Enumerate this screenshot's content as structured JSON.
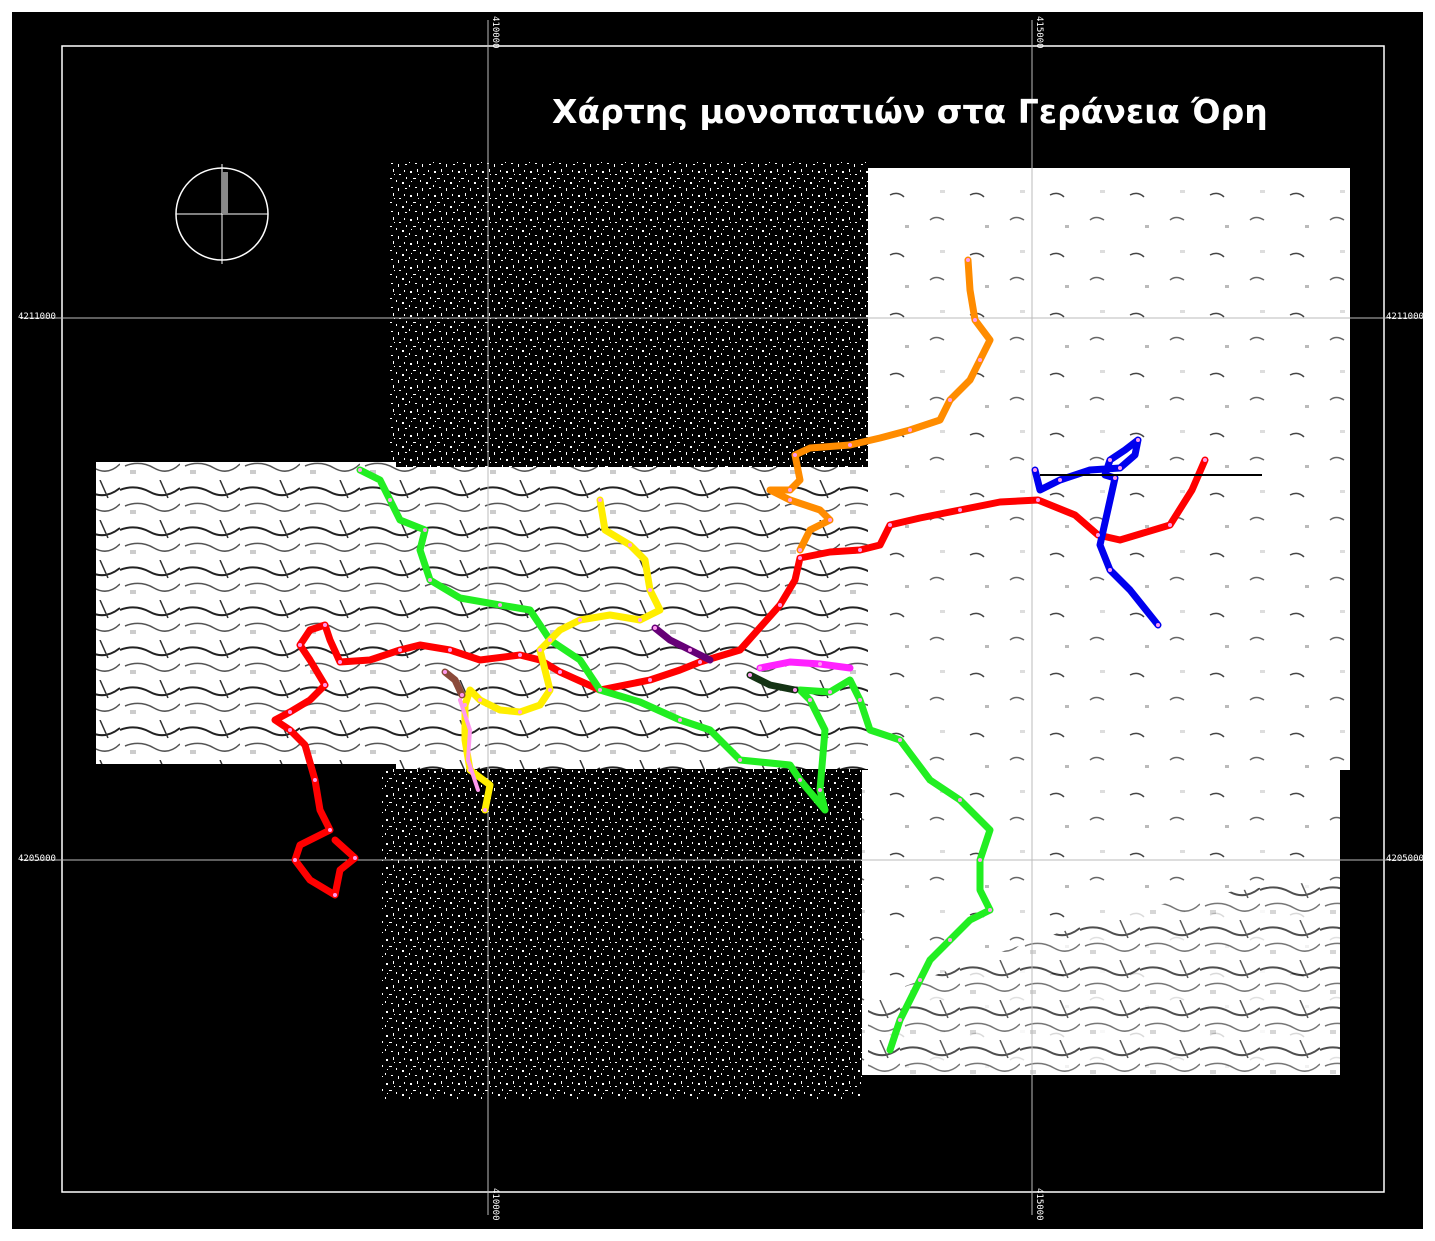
{
  "map": {
    "title": "Χάρτης μονοπατιών στα Γεράνεια Όρη",
    "grid": {
      "x_labels": [
        "410000",
        "415000"
      ],
      "y_labels": [
        "4211000",
        "4205000"
      ]
    },
    "north_arrow_icon": "north-arrow-icon",
    "trail_colors": {
      "red": "#ff0000",
      "green": "#22ee22",
      "orange": "#ff8c00",
      "blue": "#0000ee",
      "yellow": "#ffee00",
      "purple": "#660077",
      "magenta": "#ff22ff",
      "brown": "#8b4a3a",
      "dark-green": "#143314",
      "pink": "#ff99ee"
    },
    "background_color": "#000000",
    "frame_color": "#ffffff"
  }
}
